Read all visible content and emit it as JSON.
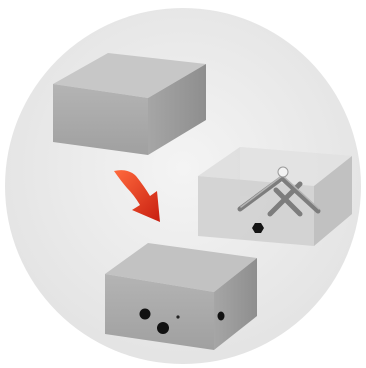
{
  "diagram": {
    "steps": [
      {
        "id": "solid-block"
      },
      {
        "id": "transparent-block-with-internal-channels"
      },
      {
        "id": "block-with-holes"
      }
    ],
    "colors": {
      "background_circle": "#ececec",
      "block_top": "#c2c2c2",
      "block_front": "#a9a9a9",
      "block_side": "#9a9a9a",
      "arrow": "#e2301c",
      "channel": "#7d7d7d",
      "hole": "#111111"
    }
  }
}
